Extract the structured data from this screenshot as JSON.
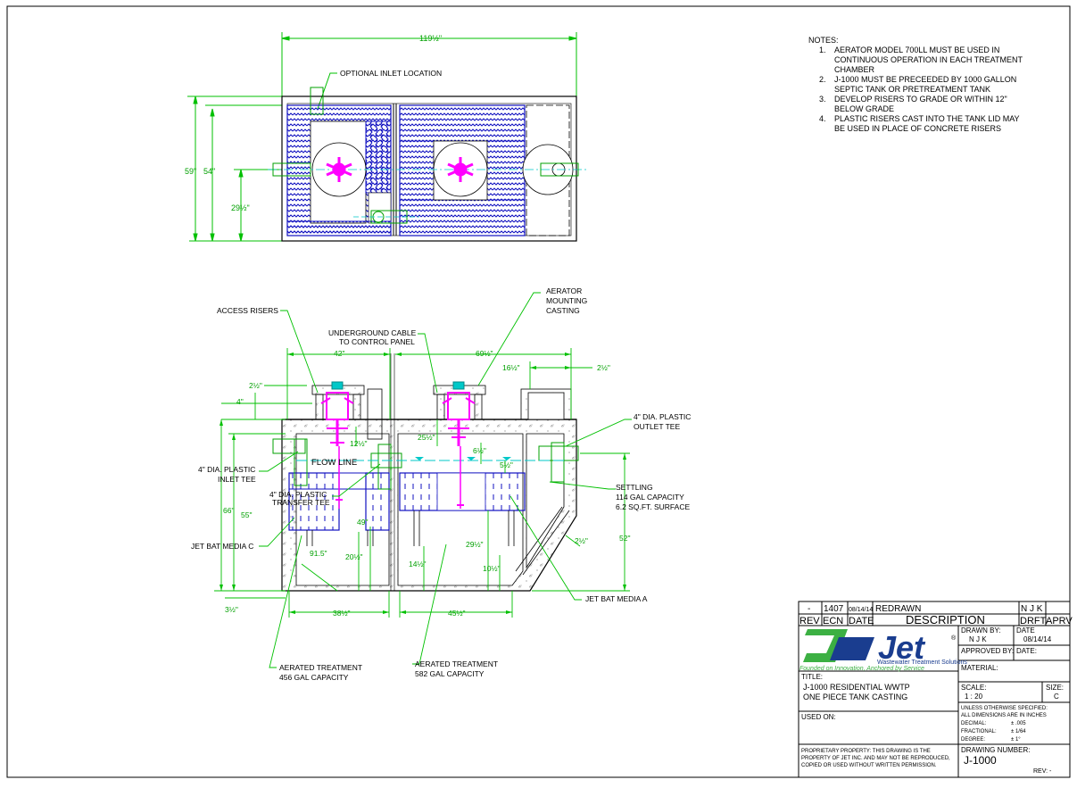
{
  "notes": {
    "heading": "NOTES:",
    "items": [
      {
        "num": "1.",
        "lines": [
          "AERATOR MODEL 700LL MUST BE USED IN",
          "CONTINUOUS OPERATION IN EACH TREATMENT",
          "CHAMBER"
        ]
      },
      {
        "num": "2.",
        "lines": [
          "J-1000 MUST BE PRECEEDED BY 1000 GALLON",
          "SEPTIC TANK OR PRETREATMENT TANK"
        ]
      },
      {
        "num": "3.",
        "lines": [
          "DEVELOP RISERS TO GRADE OR WITHIN 12\"",
          "BELOW GRADE"
        ]
      },
      {
        "num": "4.",
        "lines": [
          "PLASTIC RISERS CAST INTO THE TANK LID MAY",
          "BE USED IN PLACE OF CONCRETE RISERS"
        ]
      }
    ]
  },
  "plan": {
    "dim_length": "119½\"",
    "dim_59": "59\"",
    "dim_54": "54\"",
    "dim_29": "29½\"",
    "optional_inlet": "OPTIONAL INLET LOCATION"
  },
  "section": {
    "access_risers": "ACCESS RISERS",
    "cable_1": "UNDERGROUND CABLE",
    "cable_2": "TO CONTROL PANEL",
    "aerator_1": "AERATOR",
    "aerator_2": "MOUNTING",
    "aerator_3": "CASTING",
    "dim_42": "42\"",
    "dim_69": "69½\"",
    "dim_16": "16½\"",
    "dim_2a": "2½\"",
    "dim_2b": "2½\"",
    "dim_4": "4\"",
    "dim_12": "12½\"",
    "dim_25": "25½\"",
    "dim_6": "6½\"",
    "dim_5": "5½\"",
    "dim_66": "66\"",
    "dim_55": "55\"",
    "dim_52": "52\"",
    "dim_49": "49\"",
    "dim_29": "29½\"",
    "dim_20": "20½\"",
    "dim_14": "14½\"",
    "dim_10": "10½\"",
    "dim_2c": "2½\"",
    "dim_91": "91.5\"",
    "dim_3": "3½\"",
    "dim_38": "38½\"",
    "dim_45": "45½\"",
    "flow_line": "FLOW LINE",
    "inlet_tee_1": "4\" DIA. PLASTIC",
    "inlet_tee_2": "INLET TEE",
    "transfer_1": "4\" DIA. PLASTIC",
    "transfer_2": "TRANSFER TEE",
    "outlet_1": "4\" DIA. PLASTIC",
    "outlet_2": "OUTLET TEE",
    "settling_1": "SETTLING",
    "settling_2": "114 GAL CAPACITY",
    "settling_3": "6.2 SQ.FT. SURFACE",
    "media_c": "JET BAT MEDIA C",
    "media_a": "JET BAT MEDIA A",
    "aer1_1": "AERATED TREATMENT",
    "aer1_2": "456 GAL CAPACITY",
    "aer2_1": "AERATED TREATMENT",
    "aer2_2": "582 GAL CAPACITY"
  },
  "title_block": {
    "rev": "-",
    "ecn": "1407",
    "date": "08/14/14",
    "description": "REDRAWN",
    "drft": "N J K",
    "apprv": "",
    "hdr_rev": "REV",
    "hdr_ecn": "ECN",
    "hdr_date": "DATE",
    "hdr_desc": "DESCRIPTION",
    "hdr_drft": "DRFT",
    "hdr_aprv": "APRV",
    "logo_text": "Jet",
    "logo_sub": "Wastewater Treatment Solutions",
    "logo_tagline": "Founded on Innovation, Anchored by Service",
    "drawn_by_label": "DRAWN BY:",
    "drawn_by": "N J K",
    "date_label": "DATE",
    "date_val": "08/14/14",
    "approved_label": "APPROVED BY:",
    "approved_date_label": "DATE:",
    "material_label": "MATERIAL:",
    "title_label": "TITLE:",
    "title_1": "J-1000 RESIDENTIAL WWTP",
    "title_2": "ONE PIECE TANK CASTING",
    "scale_label": "SCALE:",
    "scale_val": "1 : 20",
    "size_label": "SIZE:",
    "size_val": "C",
    "tol_head_1": "UNLESS OTHERWISE SPECIFIED:",
    "tol_head_2": "ALL DIMENSIONS ARE IN INCHES",
    "tol_dec_label": "DECIMAL:",
    "tol_dec": "± .005",
    "tol_frac_label": "FRACTIONAL:",
    "tol_frac": "± 1/64",
    "tol_deg_label": "DEGREE:",
    "tol_deg": "± 1°",
    "used_on_label": "USED ON:",
    "prop_1": "PROPRIETARY PROPERTY: THIS DRAWING IS THE",
    "prop_2": "PROPERTY OF JET INC. AND MAY NOT BE REPRODUCED,",
    "prop_3": "COPIED OR USED WITHOUT WRITTEN PERMISSION.",
    "dwg_label": "DRAWING NUMBER:",
    "dwg_num": "J-1000",
    "rev_bottom": "REV: -"
  },
  "colors": {
    "dimension": "#00c000",
    "media": "#1010c0",
    "aerator": "#ff00ff",
    "water": "#00c8c8",
    "lines": "#000000",
    "logo_blue": "#1a3d8f",
    "logo_green": "#3cb043"
  }
}
